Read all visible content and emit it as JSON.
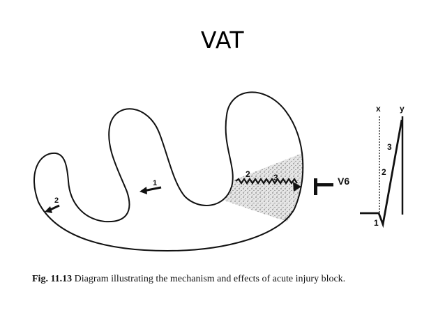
{
  "slide": {
    "title": "VAT"
  },
  "diagram": {
    "labels": {
      "inner_arrow_left": "2",
      "inner_arrow_mid": "1",
      "injury_arrow_2": "2",
      "injury_arrow_3": "3",
      "lead": "V6",
      "ecg_x": "x",
      "ecg_y": "y",
      "ecg_1": "1",
      "ecg_2": "2",
      "ecg_3": "3"
    },
    "caption": {
      "figure_number": "Fig. 11.13",
      "text": "Diagram illustrating the mechanism and effects of acute injury block."
    }
  }
}
